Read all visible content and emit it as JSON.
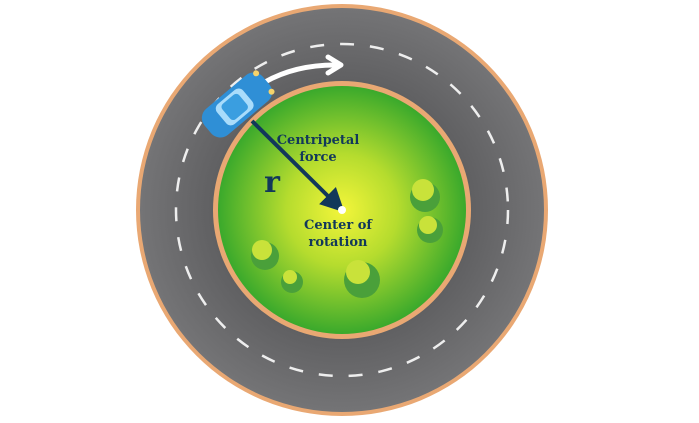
{
  "labels": {
    "force_line1": "Centripetal",
    "force_line2": "force",
    "radius": "r",
    "center_line1": "Center of",
    "center_line2": "rotation"
  },
  "colors": {
    "road": "#6b6b6d",
    "road_edge": "#e9a873",
    "grass_center": "#e8ef3a",
    "grass_edge": "#3fae2e",
    "car": "#3a9ee0",
    "text": "#12385a",
    "lane": "#ffffff"
  }
}
